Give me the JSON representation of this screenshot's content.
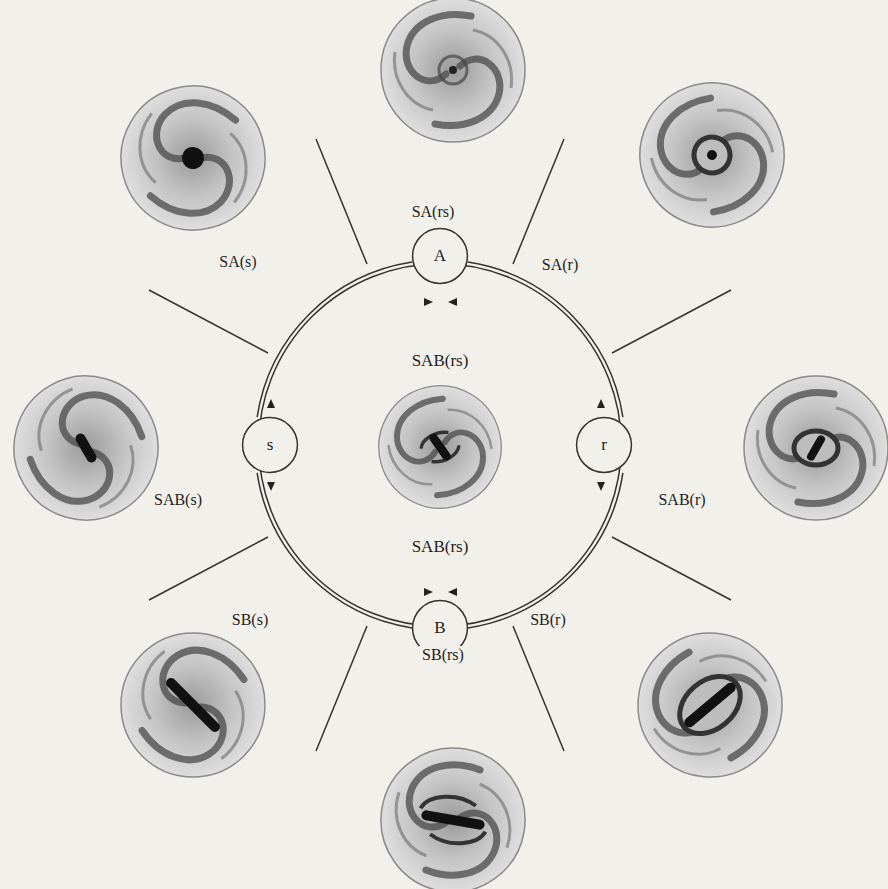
{
  "diagram": {
    "nodes": [
      {
        "text": [
          "SAB(rs)",
          "SAB(rs)"
        ]
      },
      {
        "text": [
          "A"
        ]
      },
      {
        "text": [
          "s"
        ]
      },
      {
        "text": [
          "r"
        ]
      },
      {
        "text": [
          "B"
        ]
      }
    ],
    "edges": [
      {
        "from": 1,
        "to": 2,
        "arrow": "none"
      },
      {
        "from": 1,
        "to": 3,
        "arrow": "none"
      },
      {
        "from": 2,
        "to": 4,
        "arrow": "none"
      },
      {
        "from": 3,
        "to": 4,
        "arrow": "none"
      }
    ],
    "labels": [
      "SA(rs)",
      "SA(s)",
      "SA(r)",
      "SAB(s)",
      "SAB(r)",
      "SB(s)",
      "SB(r)",
      "SB(rs)"
    ]
  }
}
